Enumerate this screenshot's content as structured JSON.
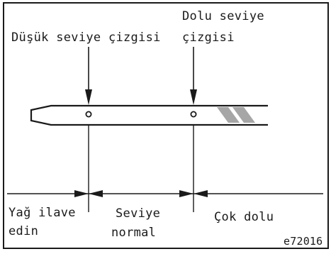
{
  "labels": {
    "low_line": "Düşük seviye çizgisi",
    "full_line_1": "Dolu seviye",
    "full_line_2": "çizgisi",
    "add_oil_1": "Yağ ilave",
    "add_oil_2": "edin",
    "level_normal_1": "Seviye",
    "level_normal_2": "normal",
    "too_full": "Çok dolu",
    "figure_code": "e72016"
  },
  "colors": {
    "stroke": "#1a1a1a",
    "hatch": "#a6a6a6"
  }
}
